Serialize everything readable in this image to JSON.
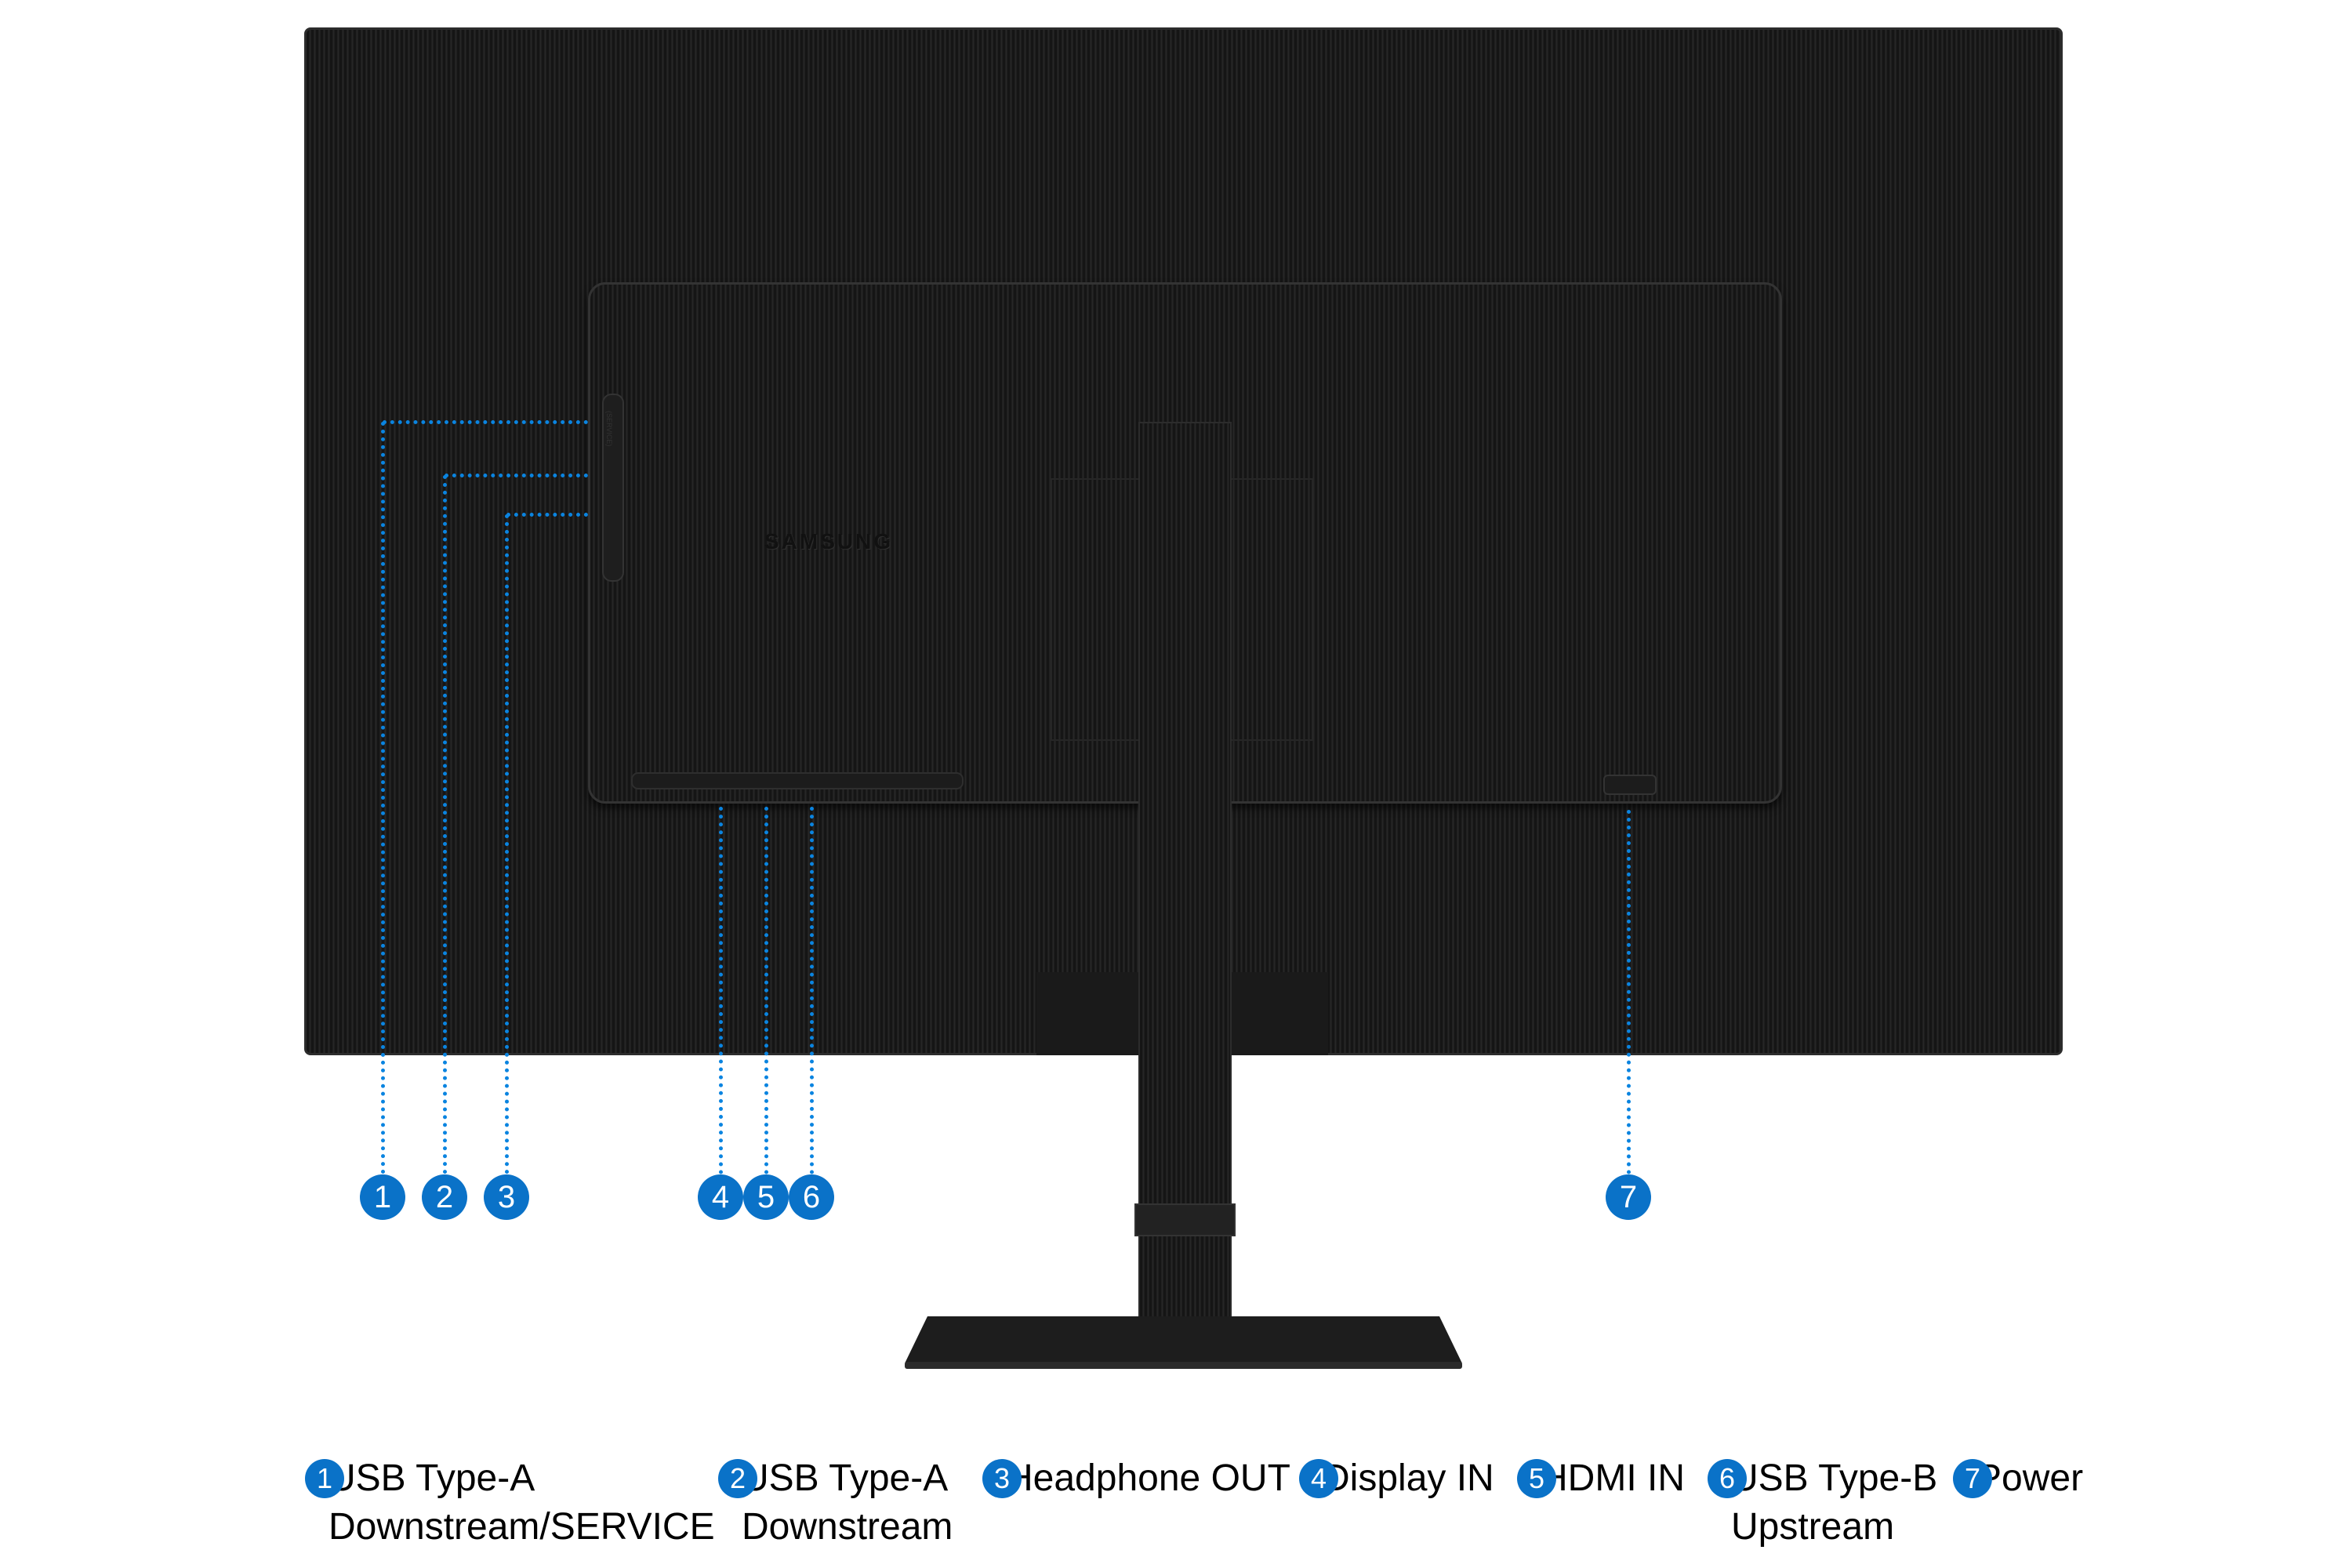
{
  "brand_logo": "SAMSUNG",
  "side_port_labels": [
    "(SERVICE)"
  ],
  "accent_color": "#0a72c8",
  "callouts": [
    {
      "number": "1",
      "label_line1": "USB Type-A",
      "label_line2": "Downstream/SERVICE"
    },
    {
      "number": "2",
      "label_line1": "USB Type-A",
      "label_line2": "Downstream"
    },
    {
      "number": "3",
      "label_line1": "Headphone OUT",
      "label_line2": ""
    },
    {
      "number": "4",
      "label_line1": "Display IN",
      "label_line2": ""
    },
    {
      "number": "5",
      "label_line1": "HDMI IN",
      "label_line2": ""
    },
    {
      "number": "6",
      "label_line1": "USB Type-B",
      "label_line2": "Upstream"
    },
    {
      "number": "7",
      "label_line1": "Power",
      "label_line2": ""
    }
  ]
}
